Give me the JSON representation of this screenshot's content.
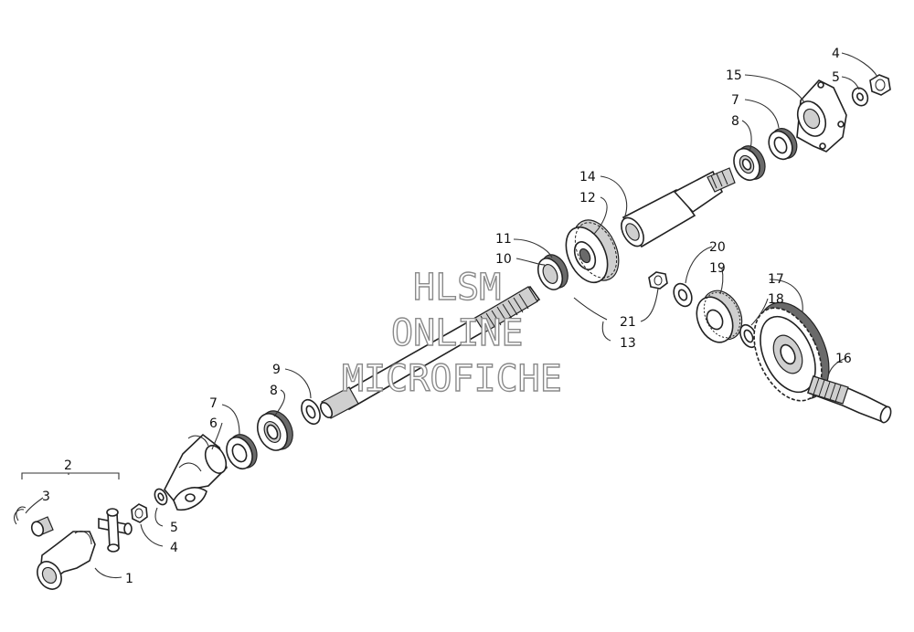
{
  "diagram": {
    "callouts": {
      "c1": "1",
      "c2": "2",
      "c3": "3",
      "c4a": "4",
      "c5a": "5",
      "c6": "6",
      "c7a": "7",
      "c8a": "8",
      "c9": "9",
      "c10": "10",
      "c11": "11",
      "c12": "12",
      "c13": "13",
      "c14": "14",
      "c15": "15",
      "c7b": "7",
      "c8b": "8",
      "c4b": "4",
      "c5b": "5",
      "c16": "16",
      "c17": "17",
      "c18": "18",
      "c19": "19",
      "c20": "20",
      "c21": "21"
    },
    "watermark": [
      "HLSM",
      "ONLINE",
      "MICROFICHE"
    ]
  }
}
